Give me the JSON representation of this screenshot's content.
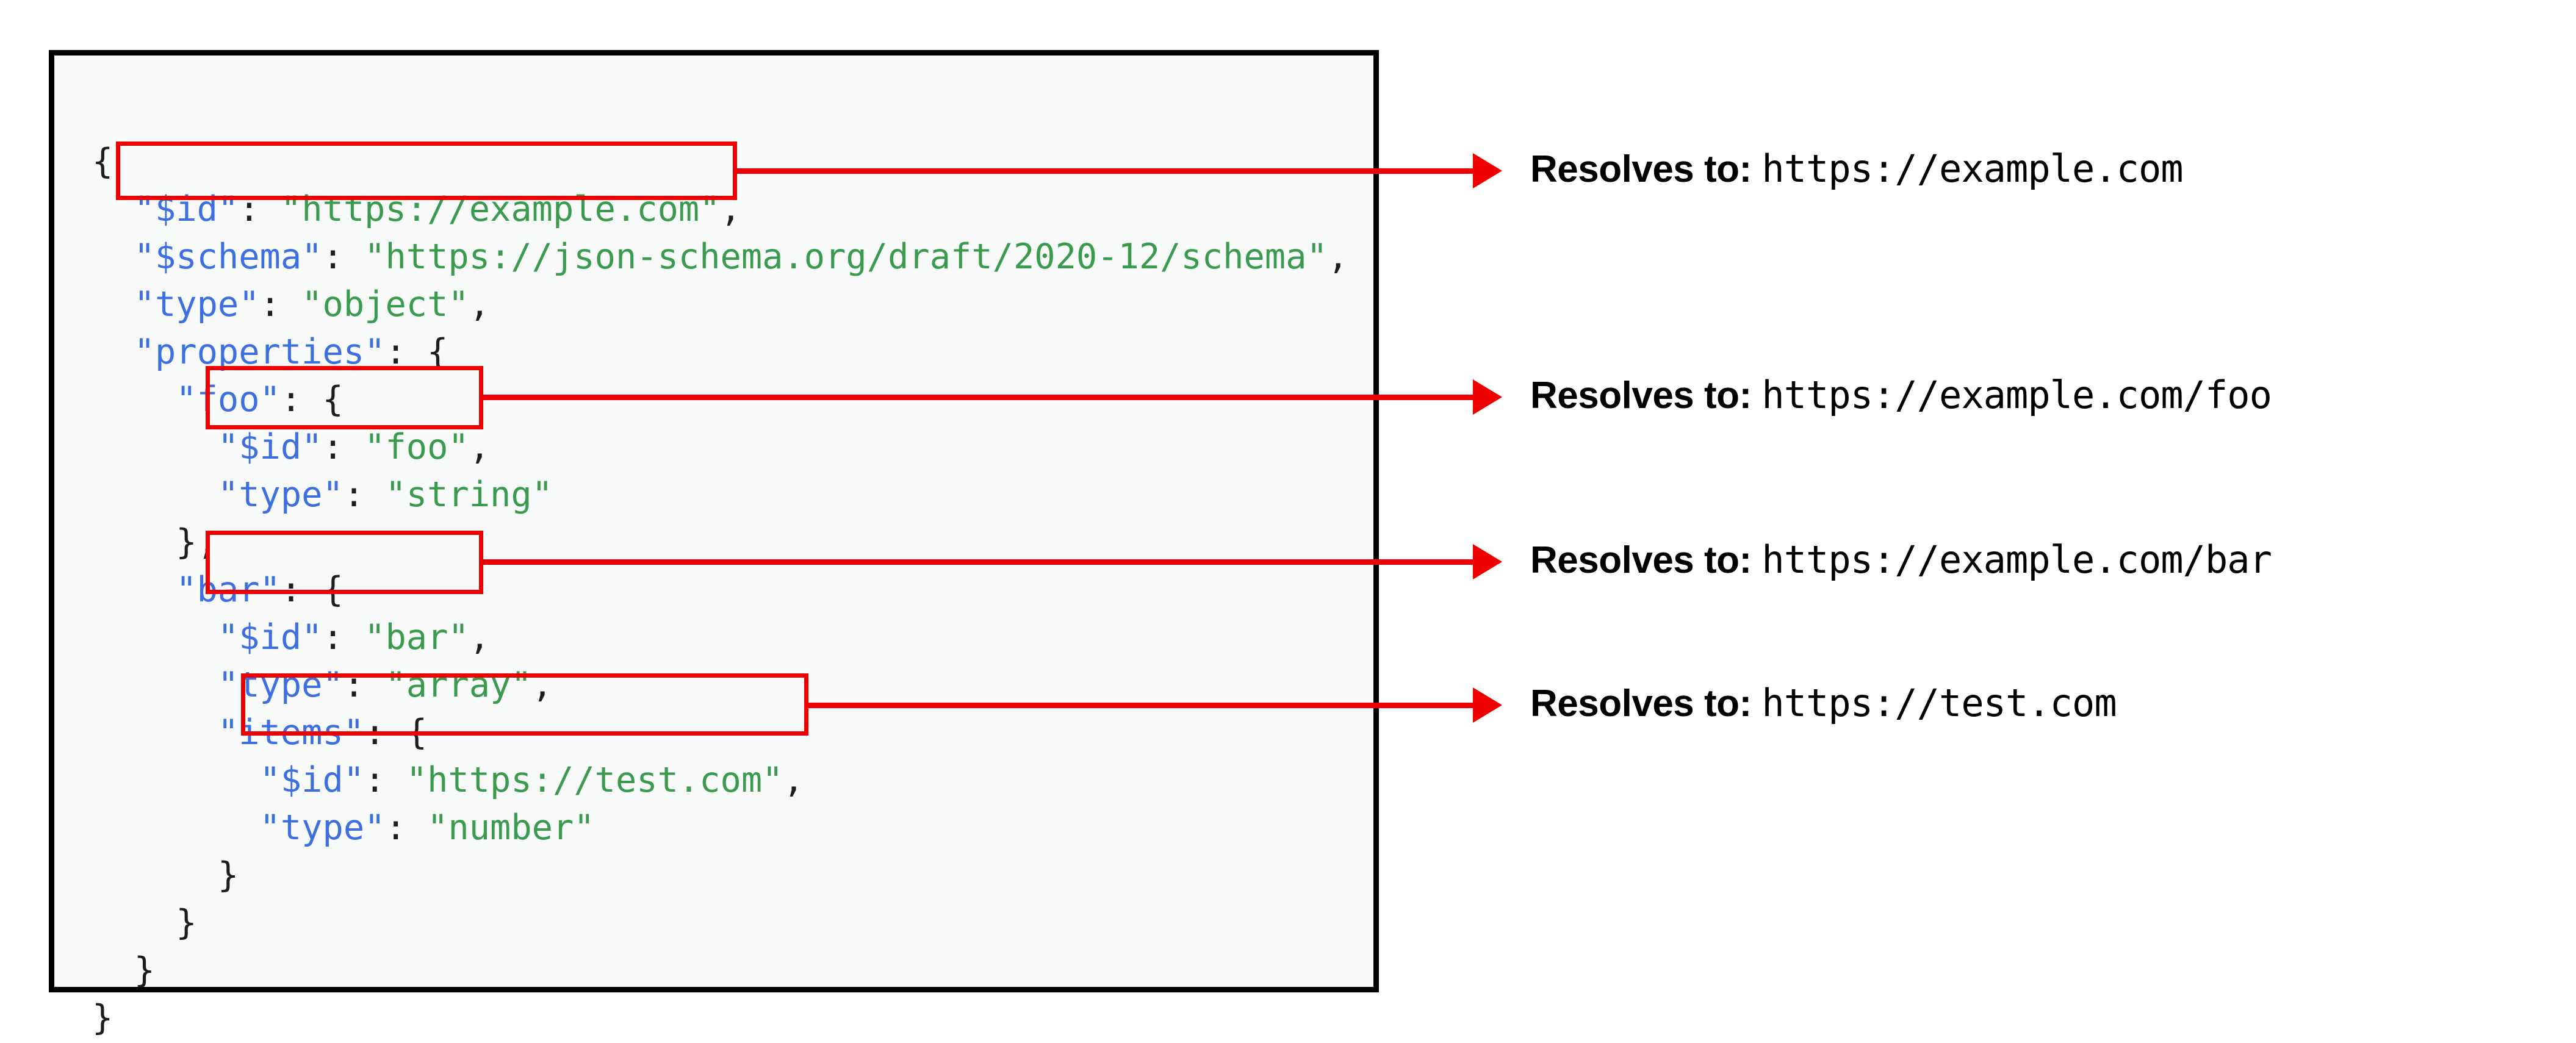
{
  "panel": {
    "background_color": "#f8f9f9",
    "border_color": "#000000"
  },
  "colors": {
    "key": "#3d6fe0",
    "string": "#3a9b4f",
    "punctuation": "#1b1d21",
    "highlight": "#ee0000",
    "annotation_text": "#000000"
  },
  "code": {
    "language": "json",
    "lines": [
      {
        "indent": 0,
        "text": "{",
        "kind": "punct"
      },
      {
        "indent": 1,
        "key": "\"$id\"",
        "value": "\"https://example.com\"",
        "trail": ",",
        "highlighted": true
      },
      {
        "indent": 1,
        "key": "\"$schema\"",
        "value": "\"https://json-schema.org/draft/2020-12/schema\"",
        "trail": ",",
        "highlighted": false
      },
      {
        "indent": 1,
        "key": "\"type\"",
        "value": "\"object\"",
        "trail": ",",
        "highlighted": false
      },
      {
        "indent": 1,
        "key": "\"properties\"",
        "value": "{",
        "trail": "",
        "highlighted": false
      },
      {
        "indent": 2,
        "key": "\"foo\"",
        "value": "{",
        "trail": "",
        "highlighted": false
      },
      {
        "indent": 3,
        "key": "\"$id\"",
        "value": "\"foo\"",
        "trail": ",",
        "highlighted": true
      },
      {
        "indent": 3,
        "key": "\"type\"",
        "value": "\"string\"",
        "trail": "",
        "highlighted": false
      },
      {
        "indent": 2,
        "text": "},",
        "kind": "punct"
      },
      {
        "indent": 2,
        "key": "\"bar\"",
        "value": "{",
        "trail": "",
        "highlighted": false
      },
      {
        "indent": 3,
        "key": "\"$id\"",
        "value": "\"bar\"",
        "trail": ",",
        "highlighted": true
      },
      {
        "indent": 3,
        "key": "\"type\"",
        "value": "\"array\"",
        "trail": ",",
        "highlighted": false
      },
      {
        "indent": 3,
        "key": "\"items\"",
        "value": "{",
        "trail": "",
        "highlighted": false
      },
      {
        "indent": 4,
        "key": "\"$id\"",
        "value": "\"https://test.com\"",
        "trail": ",",
        "highlighted": true
      },
      {
        "indent": 4,
        "key": "\"type\"",
        "value": "\"number\"",
        "trail": "",
        "highlighted": false
      },
      {
        "indent": 3,
        "text": "}",
        "kind": "punct"
      },
      {
        "indent": 2,
        "text": "}",
        "kind": "punct"
      },
      {
        "indent": 1,
        "text": "}",
        "kind": "punct"
      },
      {
        "indent": 0,
        "text": "}",
        "kind": "punct"
      }
    ],
    "raw": {
      "l0": "{",
      "l1_key": "\"$id\"",
      "l1_sep": ": ",
      "l1_val": "\"https://example.com\"",
      "l1_end": ",",
      "l2_key": "\"$schema\"",
      "l2_sep": ": ",
      "l2_val": "\"https://json-schema.org/draft/2020-12/schema\"",
      "l2_end": ",",
      "l3_key": "\"type\"",
      "l3_sep": ": ",
      "l3_val": "\"object\"",
      "l3_end": ",",
      "l4_key": "\"properties\"",
      "l4_sep": ": ",
      "l4_val": "{",
      "l4_end": "",
      "l5_key": "\"foo\"",
      "l5_sep": ": ",
      "l5_val": "{",
      "l5_end": "",
      "l6_key": "\"$id\"",
      "l6_sep": ": ",
      "l6_val": "\"foo\"",
      "l6_end": ",",
      "l7_key": "\"type\"",
      "l7_sep": ": ",
      "l7_val": "\"string\"",
      "l7_end": "",
      "l8": "},",
      "l9_key": "\"bar\"",
      "l9_sep": ": ",
      "l9_val": "{",
      "l9_end": "",
      "l10_key": "\"$id\"",
      "l10_sep": ": ",
      "l10_val": "\"bar\"",
      "l10_end": ",",
      "l11_key": "\"type\"",
      "l11_sep": ": ",
      "l11_val": "\"array\"",
      "l11_end": ",",
      "l12_key": "\"items\"",
      "l12_sep": ": ",
      "l12_val": "{",
      "l12_end": "",
      "l13_key": "\"$id\"",
      "l13_sep": ": ",
      "l13_val": "\"https://test.com\"",
      "l13_end": ",",
      "l14_key": "\"type\"",
      "l14_sep": ": ",
      "l14_val": "\"number\"",
      "l14_end": "",
      "l15": "}",
      "l16": "}",
      "l17": "}",
      "l18": "}"
    }
  },
  "annotations": [
    {
      "lead": "Resolves to:",
      "url": "https://example.com"
    },
    {
      "lead": "Resolves to:",
      "url": "https://example.com/foo"
    },
    {
      "lead": "Resolves to:",
      "url": "https://example.com/bar"
    },
    {
      "lead": "Resolves to:",
      "url": "https://test.com"
    }
  ]
}
